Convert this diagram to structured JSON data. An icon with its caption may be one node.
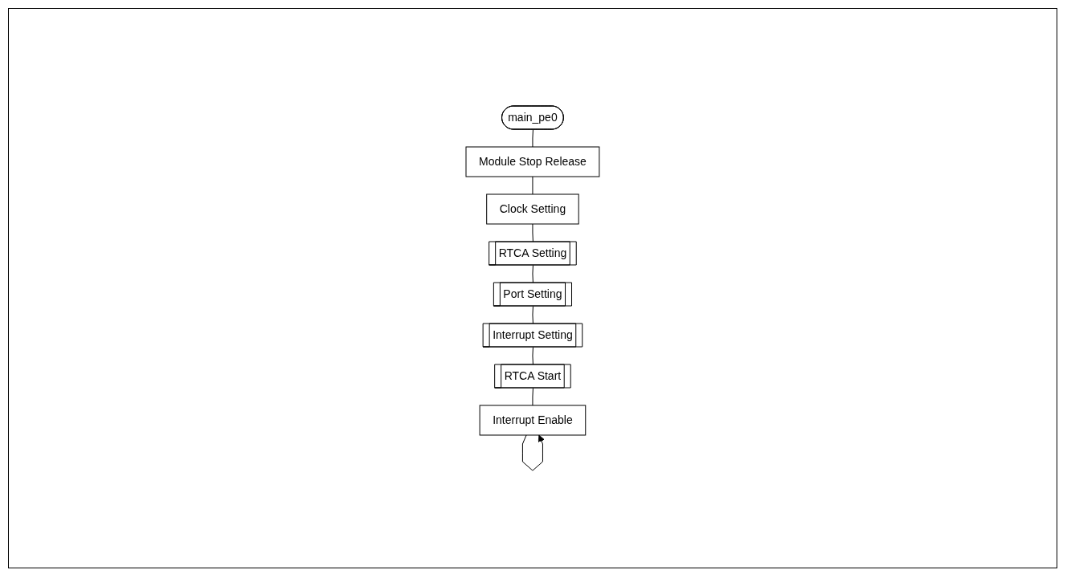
{
  "diagram": {
    "nodes": [
      {
        "text": [
          "main_pe0"
        ]
      },
      {
        "text": [
          "Module Stop Release"
        ]
      },
      {
        "text": [
          "Clock Setting"
        ]
      },
      {
        "text": [
          "RTCA Setting"
        ]
      },
      {
        "text": [
          "Port Setting"
        ]
      },
      {
        "text": [
          "Interrupt Setting"
        ]
      },
      {
        "text": [
          "RTCA Start"
        ]
      },
      {
        "text": [
          "Interrupt Enable"
        ]
      }
    ],
    "edges": [
      {
        "from": 0,
        "to": 1,
        "arrow": "none"
      },
      {
        "from": 1,
        "to": 2,
        "arrow": "none"
      },
      {
        "from": 2,
        "to": 3,
        "arrow": "none"
      },
      {
        "from": 3,
        "to": 4,
        "arrow": "none"
      },
      {
        "from": 4,
        "to": 5,
        "arrow": "none"
      },
      {
        "from": 5,
        "to": 6,
        "arrow": "none"
      },
      {
        "from": 6,
        "to": 7,
        "arrow": "none"
      },
      {
        "from": 7,
        "to": 7,
        "arrow": "to"
      }
    ]
  }
}
